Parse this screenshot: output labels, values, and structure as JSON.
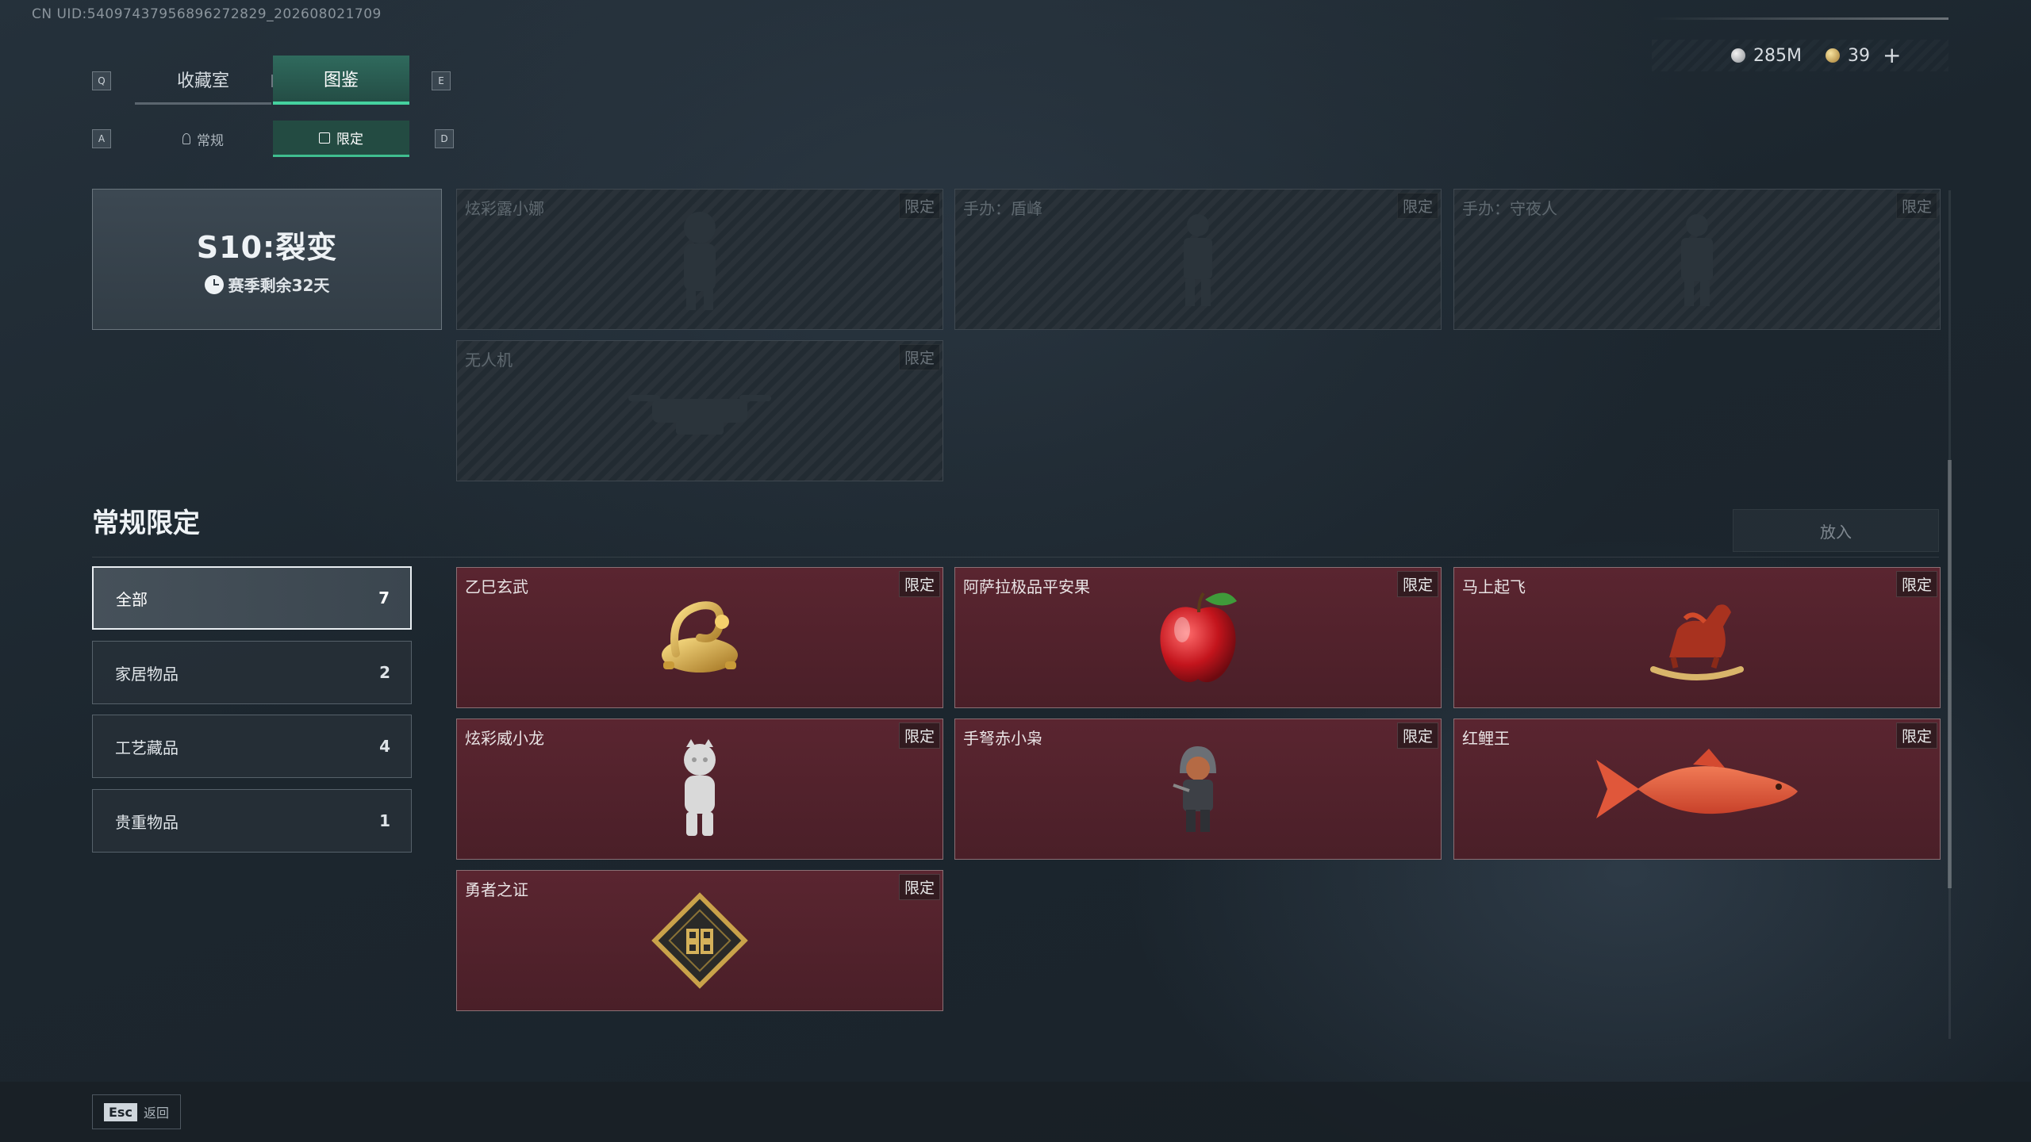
{
  "uid_text": "CN UID:5409743795689627282​9_202608021709",
  "currency": {
    "silver": "285M",
    "gold": "39",
    "add": "+"
  },
  "keys": {
    "prev_tab": "Q",
    "next_tab": "E",
    "prev_sub": "A",
    "next_sub": "D"
  },
  "tabs": [
    {
      "label": "收藏室",
      "active": false
    },
    {
      "label": "图鉴",
      "active": true
    }
  ],
  "subtabs": [
    {
      "label": "常规",
      "active": false,
      "icon": "person-icon"
    },
    {
      "label": "限定",
      "active": true,
      "icon": "picture-icon"
    }
  ],
  "season": {
    "title": "S10:裂变",
    "remaining": "赛季剩余32天"
  },
  "season_items": [
    {
      "name": "炫彩露小娜",
      "badge": "限定",
      "owned": false
    },
    {
      "name": "手办：盾峰",
      "badge": "限定",
      "owned": false
    },
    {
      "name": "手办：守夜人",
      "badge": "限定",
      "owned": false
    },
    {
      "name": "无人机",
      "badge": "限定",
      "owned": false
    }
  ],
  "section": {
    "title": "常规限定",
    "put_button": "放入"
  },
  "categories": [
    {
      "label": "全部",
      "count": "7",
      "active": true
    },
    {
      "label": "家居物品",
      "count": "2",
      "active": false
    },
    {
      "label": "工艺藏品",
      "count": "4",
      "active": false
    },
    {
      "label": "贵重物品",
      "count": "1",
      "active": false
    }
  ],
  "items": [
    {
      "name": "乙巳玄武",
      "badge": "限定",
      "art": "golden-turtle-snake-icon"
    },
    {
      "name": "阿萨拉极品平安果",
      "badge": "限定",
      "art": "red-apple-icon"
    },
    {
      "name": "马上起飞",
      "badge": "限定",
      "art": "rocking-horse-icon"
    },
    {
      "name": "炫彩威小龙",
      "badge": "限定",
      "art": "white-figurine-icon"
    },
    {
      "name": "手弩赤小枭",
      "badge": "限定",
      "art": "hooded-figurine-icon"
    },
    {
      "name": "红鲤王",
      "badge": "限定",
      "art": "red-carp-icon"
    },
    {
      "name": "勇者之证",
      "badge": "限定",
      "art": "golden-badge-icon"
    }
  ],
  "footer": {
    "esc_key": "Esc",
    "esc_label": "返回"
  },
  "colors": {
    "accent_green": "#45d19f",
    "owned_card": "#4a1f28",
    "background": "#1c262e"
  }
}
